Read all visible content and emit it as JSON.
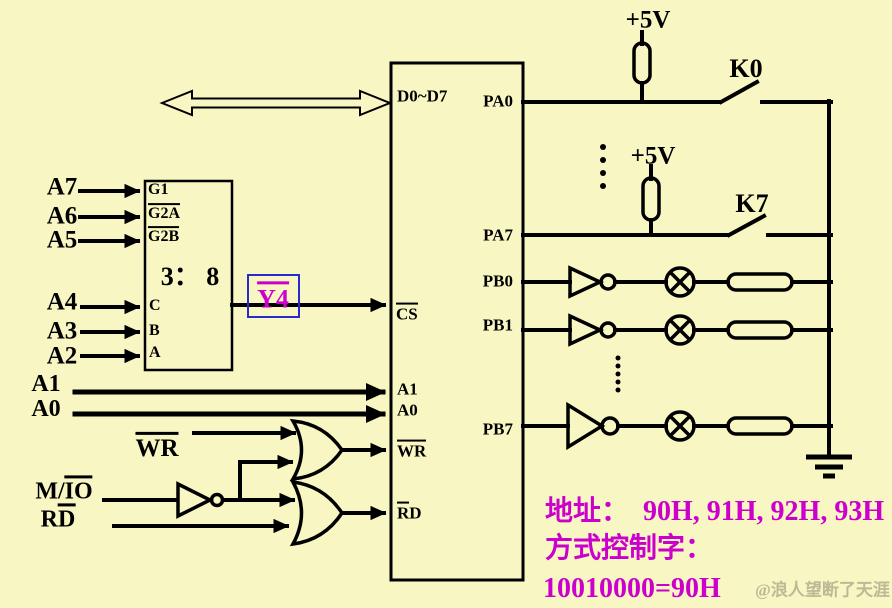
{
  "colors": {
    "background": "#F8F6C2",
    "ink": "#000000",
    "accent_magenta": "#CC00CC",
    "box_blue": "#2929CC",
    "watermark": "#BDB996"
  },
  "left_labels": {
    "a7": "A7",
    "a6": "A6",
    "a5": "A5",
    "a4": "A4",
    "a3": "A3",
    "a2": "A2",
    "a1": "A1",
    "a0": "A0",
    "wr": "WR",
    "mio_prefix": "M/",
    "mio_bar": "IO",
    "rd_prefix": "R",
    "rd_bar": "D"
  },
  "decoder": {
    "title": "3： 8",
    "g1": "G1",
    "g2a": "G2A",
    "g2b": "G2B",
    "c": "C",
    "b": "B",
    "a": "A",
    "output": "Y4"
  },
  "chip": {
    "d_bus": "D0~D7",
    "cs": "CS",
    "a1": "A1",
    "a0": "A0",
    "wr": "WR",
    "rd_bar": "R",
    "rd_rest": "D",
    "pa0": "PA0",
    "pa7": "PA7",
    "pb0": "PB0",
    "pb1": "PB1",
    "pb7": "PB7"
  },
  "right": {
    "vcc_top": "+5V",
    "vcc_mid": "+5V",
    "k0": "K0",
    "k7": "K7"
  },
  "notes": {
    "address": "地址：  90H, 91H, 92H, 93H",
    "mode_title": "方式控制字：",
    "control_word": "10010000=90H"
  },
  "watermark": "@浪人望断了天涯"
}
